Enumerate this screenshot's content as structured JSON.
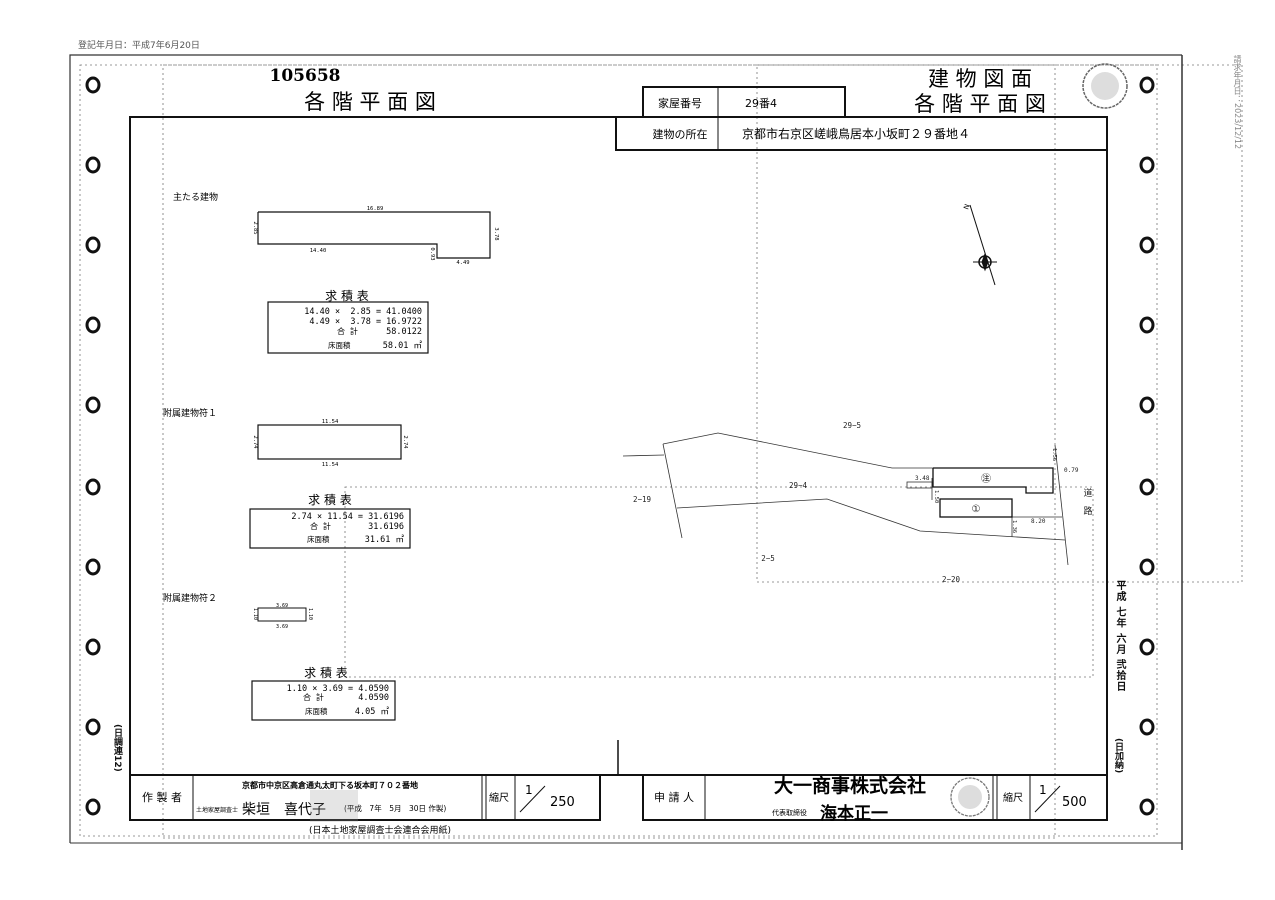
{
  "registration_date": "登記年月日：平成7年6月20日",
  "request_date": "請求年月日：2023/12/12",
  "document_number": "105658",
  "left_title": "各 階 平 面 図",
  "right_title": {
    "line1": "建 物 図 面",
    "line2": "各 階 平 面 図"
  },
  "header": {
    "house_number_label": "家屋番号",
    "house_number": "29番4",
    "location_label": "建物の所在",
    "location": "京都市右京区嵯峨鳥居本小坂町２９番地４"
  },
  "main_building": {
    "label": "主たる建物",
    "dims": {
      "top": "16.89",
      "left": "2.85",
      "bottom": "14.40",
      "step": "0.93",
      "bottom_right": "4.49",
      "right": "3.78"
    },
    "area_table": {
      "title": "求 積 表",
      "rows": [
        "14.40 ×  2.85 = 41.0400",
        " 4.49 ×  3.78 = 16.9722"
      ],
      "total_label": "合 計",
      "total": "58.0122",
      "floor_label": "床面積",
      "floor_area": "58.01 ㎡"
    }
  },
  "annex1": {
    "label": "附属建物符１",
    "dims": {
      "top": "11.54",
      "bottom": "11.54",
      "left": "2.74",
      "right": "2.74"
    },
    "area_table": {
      "title": "求 積 表",
      "rows": [
        "2.74 × 11.54 = 31.6196"
      ],
      "total_label": "合 計",
      "total": "31.6196",
      "floor_label": "床面積",
      "floor_area": "31.61 ㎡"
    }
  },
  "annex2": {
    "label": "附属建物符２",
    "dims": {
      "top": "3.69",
      "bottom": "3.69",
      "left": "1.10",
      "right": "1.10"
    },
    "area_table": {
      "title": "求 積 表",
      "rows": [
        "1.10 × 3.69 = 4.0590"
      ],
      "total_label": "合 計",
      "total": "4.0590",
      "floor_label": "床面積",
      "floor_area": "4.05 ㎡"
    }
  },
  "site_map": {
    "lots": {
      "north": "29−5",
      "subject": "29−4",
      "west": "2−19",
      "south_west": "2−5",
      "south": "2−20"
    },
    "road": [
      "道",
      "路"
    ],
    "main_mark": "㊟",
    "annex_mark": "①",
    "dims": {
      "a": "0.79",
      "b": "8.20",
      "c": "3.48",
      "d": "1.56",
      "e": "1.50",
      "f": "1.36"
    },
    "north_label": "N"
  },
  "footer": {
    "maker_label": "作 製 者",
    "maker_address": "京都市中京区高倉通丸太町下る坂本町７０２番地",
    "maker_title": "土地家屋調査士",
    "maker_name": "柴垣　喜代子",
    "maker_date": "(平成　7年　5月　30日 作製)",
    "scale_label": "縮尺",
    "scale1_num": "1",
    "scale1_den": "250",
    "applicant_label": "申 請 人",
    "applicant_company": "大一商事株式会社",
    "applicant_rep_title": "代表取締役",
    "applicant_rep_name": "海本正一",
    "scale2_num": "1",
    "scale2_den": "500",
    "paper_note": "(日本土地家屋調査士会連合会用紙)"
  },
  "side": {
    "left_code": "(日調連12)",
    "right_date": "平成 七年 六月 弐拾日",
    "right_note": "(日加納)"
  }
}
